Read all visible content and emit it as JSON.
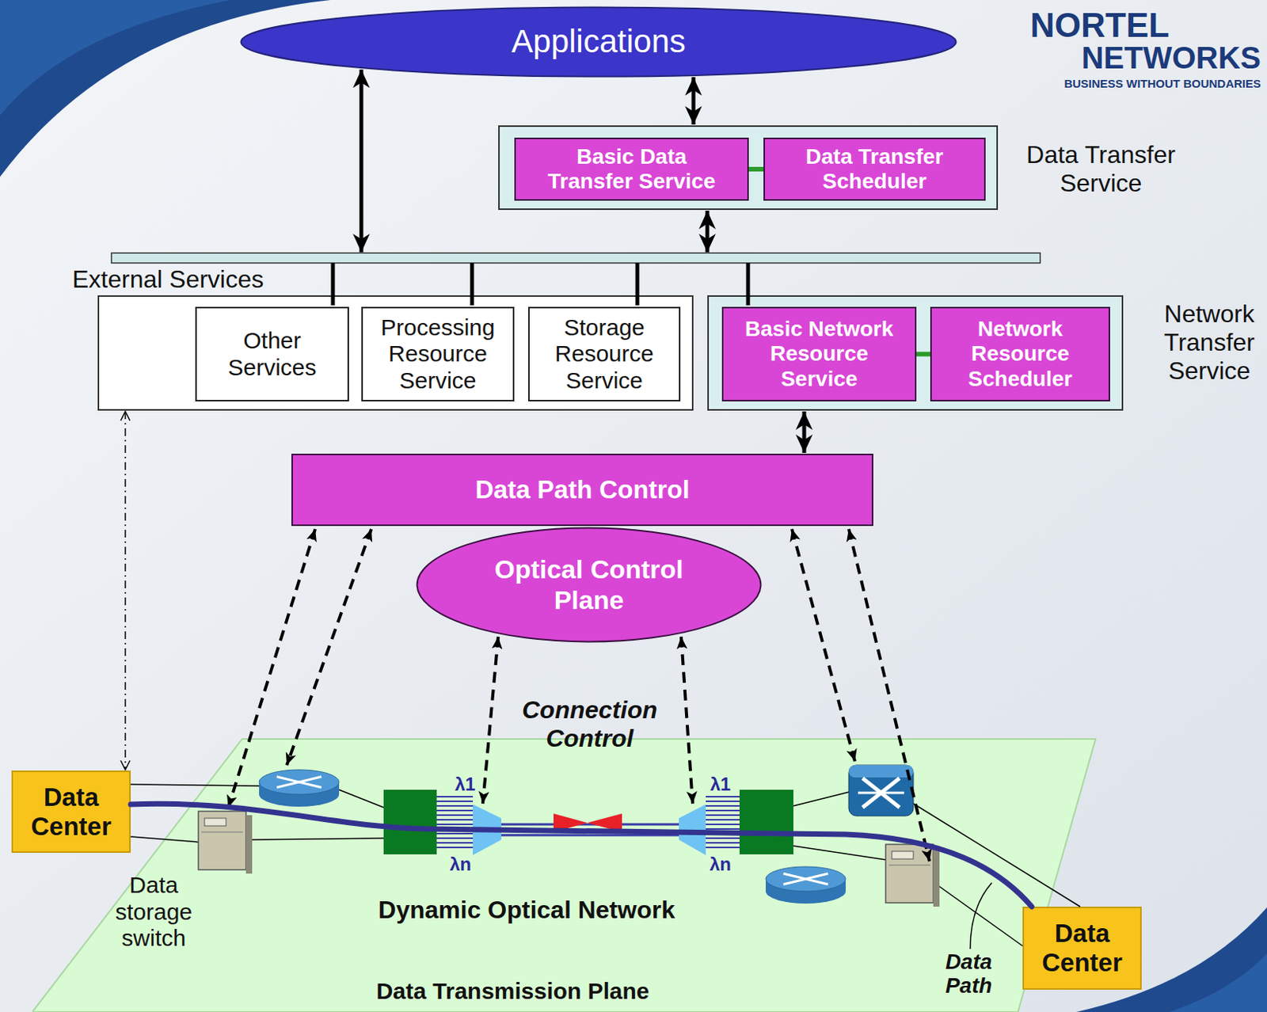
{
  "diagram": {
    "nodes": [
      {
        "text": [
          "Applications"
        ]
      },
      {
        "text": [
          "Data Transfer Service"
        ]
      },
      {
        "text": [
          "Basic Data Transfer Service"
        ],
        "in": 1
      },
      {
        "text": [
          "Data Transfer Scheduler"
        ],
        "in": 1
      },
      {
        "text": [
          "External Services"
        ]
      },
      {
        "text": [
          "Other Services"
        ],
        "in": 4
      },
      {
        "text": [
          "Processing Resource Service"
        ],
        "in": 4
      },
      {
        "text": [
          "Storage Resource Service"
        ],
        "in": 4
      },
      {
        "text": [
          "Network Transfer Service"
        ]
      },
      {
        "text": [
          "Basic Network Resource Service"
        ],
        "in": 8
      },
      {
        "text": [
          "Network Resource Scheduler"
        ],
        "in": 8
      },
      {
        "text": [
          "Data Path Control"
        ]
      },
      {
        "text": [
          "Optical Control Plane"
        ]
      },
      {
        "text": [
          "Dynamic Optical Network",
          "Data Transmission Plane"
        ]
      },
      {
        "text": [
          "Data Center"
        ]
      },
      {
        "text": [
          "Data Center"
        ]
      }
    ],
    "edges": [
      {
        "from": 0,
        "to": 1,
        "arrow": "both"
      },
      {
        "from": 0,
        "to": 4,
        "arrow": "both"
      },
      {
        "from": 1,
        "to": 4,
        "arrow": "both"
      },
      {
        "from": 8,
        "to": 11,
        "arrow": "both"
      },
      {
        "from": 4,
        "to": 14,
        "arrow": "both"
      },
      {
        "from": 14,
        "to": 15,
        "arrow": "none"
      },
      {
        "from": 2,
        "to": 3,
        "arrow": "none"
      },
      {
        "from": 9,
        "to": 10,
        "arrow": "none"
      }
    ],
    "labels": [
      "Connection Control",
      "λ1",
      "λn",
      "λ1",
      "λn",
      "Data storage switch",
      "Data Path",
      "NORTEL",
      "NETWORKS",
      "BUSINESS WITHOUT BOUNDARIES"
    ]
  }
}
